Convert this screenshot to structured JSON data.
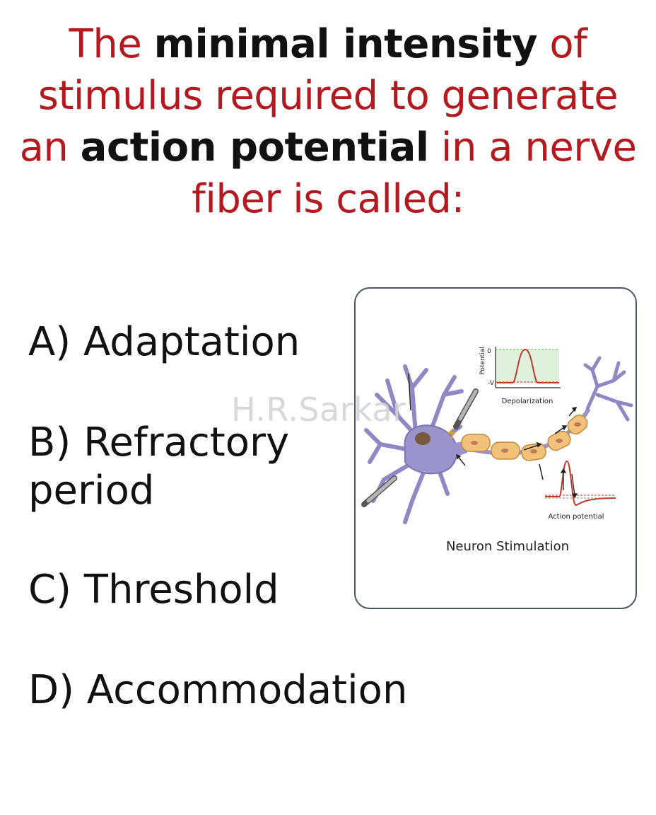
{
  "question": {
    "parts": [
      {
        "text": "The ",
        "bold": false
      },
      {
        "text": "minimal intensity",
        "bold": true
      },
      {
        "text": " of stimulus required to generate an ",
        "bold": false
      },
      {
        "text": "action potential",
        "bold": true
      },
      {
        "text": " in a nerve fiber is called:",
        "bold": false
      }
    ]
  },
  "options": [
    {
      "text": "A) Adaptation"
    },
    {
      "text": "B) Refractory period"
    },
    {
      "text": "C) Threshold"
    },
    {
      "text": "D) Accommodation"
    }
  ],
  "figure": {
    "caption": "Neuron Stimulation",
    "depolarization_label": "Depolarization",
    "potential_axis_label": "Potential",
    "potential_top_tick": "0",
    "potential_bottom_tick": "-V",
    "action_potential_label": "Action potential"
  },
  "watermark": "H.R.Sarkar",
  "colors": {
    "question_red": "#b3191e",
    "emphasis_black": "#111111",
    "neuron_purple": "#8f88c4",
    "myelin_orange": "#f2c27a",
    "signal_red": "#c0392b"
  }
}
